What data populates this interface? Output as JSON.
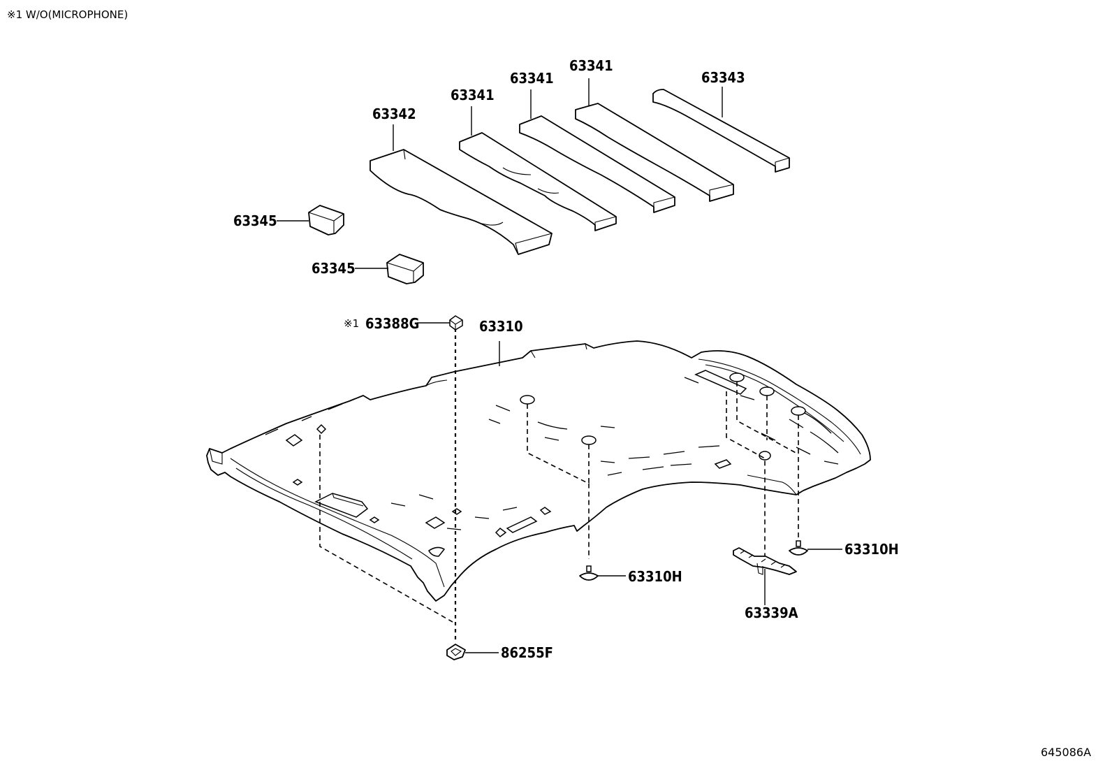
{
  "note": "※1 W/O(MICROPHONE)",
  "reference_code": "645086A",
  "labels": {
    "p63342": "63342",
    "p63341_a": "63341",
    "p63341_b": "63341",
    "p63341_c": "63341",
    "p63343": "63343",
    "p63345_a": "63345",
    "p63345_b": "63345",
    "p63388g_mark": "※1",
    "p63388g": "63388G",
    "p63310": "63310",
    "p63310h_a": "63310H",
    "p63310h_b": "63310H",
    "p63339a": "63339A",
    "p86255f": "86255F"
  }
}
